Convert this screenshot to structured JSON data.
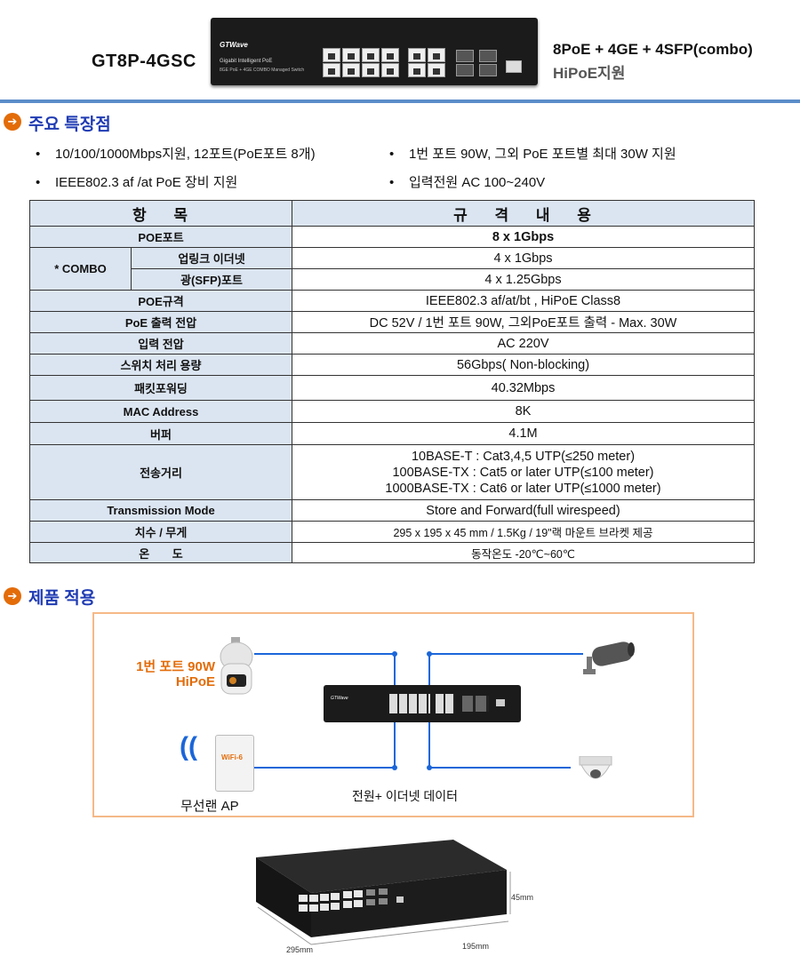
{
  "header": {
    "model": "GT8P-4GSC",
    "spec_line": "8PoE + 4GE + 4SFP(combo)",
    "hipoe": "HiPoE지원",
    "switch_logo": "GTWave",
    "switch_sub1": "Gigabit Intelligent PoE",
    "switch_sub2": "8GE PoE + 4GE COMBO Managed Switch"
  },
  "features": {
    "icon": "arrow-right-icon",
    "title": "주요 특장점",
    "bullets": [
      "10/100/1000Mbps지원, 12포트(PoE포트 8개)",
      "IEEE802.3 af /at PoE 장비 지원",
      "1번 포트 90W, 그외 PoE 포트별 최대 30W 지원",
      "입력전원 AC 100~240V"
    ]
  },
  "table": {
    "head_key": "항 목",
    "head_val": "규 격 내 용",
    "poe_port_key": "POE포트",
    "poe_port_val": "8 x 1Gbps",
    "combo_key": "* COMBO",
    "uplink_key": "업링크 이더넷",
    "uplink_val": "4 x 1Gbps",
    "sfp_key": "광(SFP)포트",
    "sfp_val": "4 x 1.25Gbps",
    "poe_std_key": "POE규격",
    "poe_std_val": "IEEE802.3 af/at/bt , HiPoE Class8",
    "poe_volt_key": "PoE 출력 전압",
    "poe_volt_val": "DC 52V  / 1번 포트 90W, 그외PoE포트  출력 - Max. 30W",
    "input_key": "입력 전압",
    "input_val": "AC 220V",
    "capacity_key": "스위치 처리 용량",
    "capacity_val": "56Gbps( Non-blocking)",
    "forward_key": "패킷포워딩",
    "forward_val": "40.32Mbps",
    "mac_key": "MAC Address",
    "mac_val": "8K",
    "buffer_key": "버퍼",
    "buffer_val": "4.1M",
    "distance_key": "전송거리",
    "distance_vals": [
      "10BASE-T :   Cat3,4,5 UTP(≤250 meter)",
      "100BASE-TX :   Cat5 or later UTP(≤100 meter)",
      "1000BASE-TX :   Cat6 or later UTP(≤1000 meter)"
    ],
    "mode_key": "Transmission Mode",
    "mode_val": "Store and Forward(full wirespeed)",
    "size_key": "치수 / 무게",
    "size_val": "295 x 195 x 45 mm / 1.5Kg  / 19\"랙 마운트 브라켓 제공",
    "temp_key": "온 도",
    "temp_val": "동작온도 -20℃~60℃"
  },
  "application": {
    "title": "제품 적용",
    "label_90w": "1번 포트 90W",
    "label_hipoe": "HiPoE",
    "label_ap": "무선랜 AP",
    "label_wifi": "WiFi-6",
    "label_power": "전원+ 이더넷 데이터"
  },
  "dimensions": {
    "width": "295mm",
    "depth": "195mm",
    "height": "45mm"
  }
}
